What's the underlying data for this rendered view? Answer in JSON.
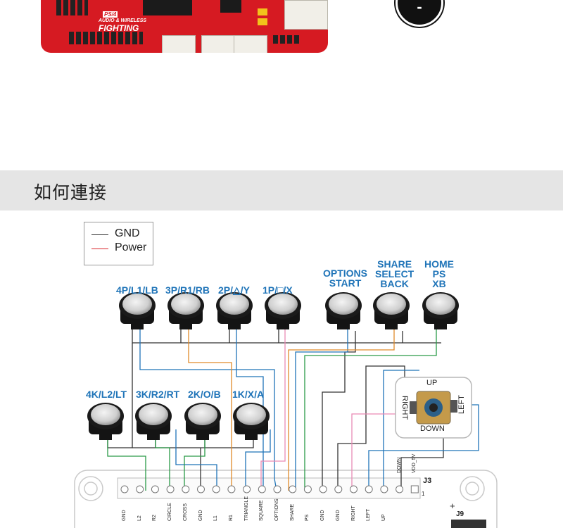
{
  "section": {
    "title": "如何連接"
  },
  "legend": {
    "gnd": "GND",
    "power": "Power"
  },
  "board_text": {
    "model": "PS/4",
    "brand": "AUDIO & WIRELESS",
    "name": "FIGHTING"
  },
  "minus_button": {
    "symbol": "-"
  },
  "buttons_top": [
    {
      "label": "4P/L1/LB"
    },
    {
      "label": "3P/R1/RB"
    },
    {
      "label": "2P/△/Y"
    },
    {
      "label": "1P/□/X"
    }
  ],
  "buttons_system": [
    {
      "label": "OPTIONS\nSTART"
    },
    {
      "label": "SHARE\nSELECT\nBACK"
    },
    {
      "label": "HOME\nPS\nXB"
    }
  ],
  "buttons_bottom": [
    {
      "label": "4K/L2/LT"
    },
    {
      "label": "3K/R2/RT"
    },
    {
      "label": "2K/O/B"
    },
    {
      "label": "1K/X/A"
    }
  ],
  "joystick": {
    "up": "UP",
    "down": "DOWN",
    "left": "LEFT",
    "right": "RIGHT"
  },
  "pins": [
    "GND",
    "L2",
    "R2",
    "CIRCLE",
    "CROSS",
    "GND",
    "L1",
    "R1",
    "TRIANGLE",
    "SQUARE",
    "OPTIONS",
    "SHARE",
    "PS",
    "GND",
    "GND",
    "RIGHT",
    "LEFT",
    "UP",
    "DOWN",
    "VDD_5V"
  ],
  "connectors": {
    "j3": "J3",
    "pin1": "1",
    "j9": "J9",
    "plus": "+"
  },
  "colors": {
    "gnd": "#333333",
    "power": "#d9232a",
    "label_blue": "#1f74b8",
    "board_red": "#d61a22",
    "section_bg": "#e5e5e5"
  }
}
